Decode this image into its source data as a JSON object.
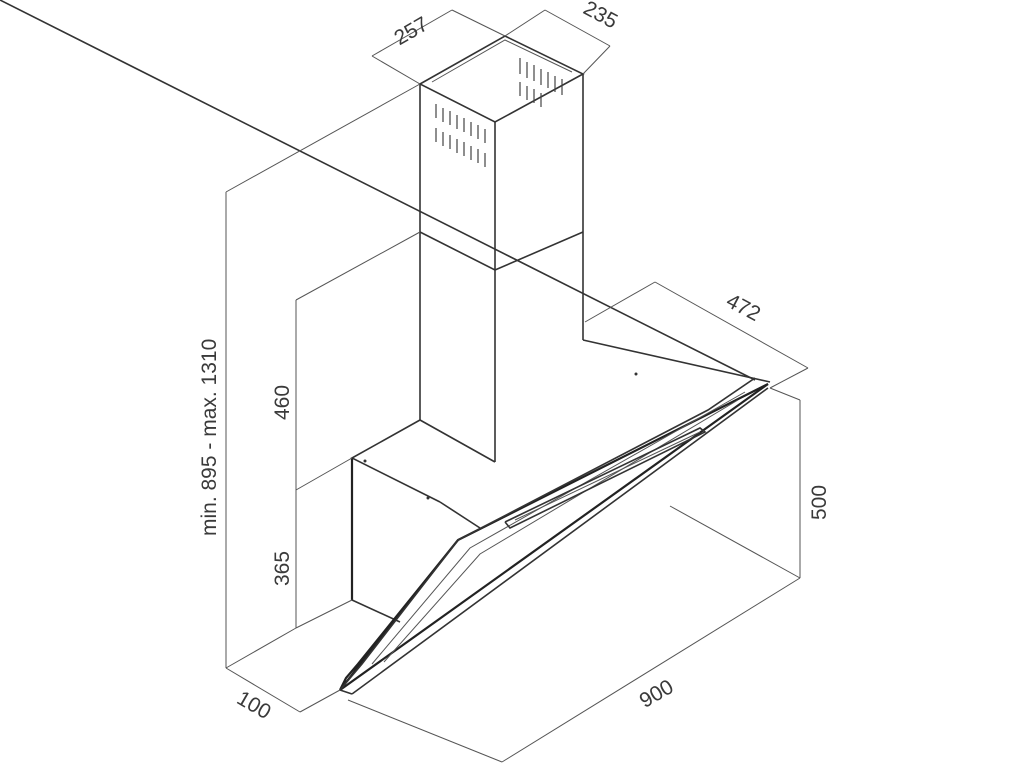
{
  "dimensions": {
    "chimney_width": "257",
    "chimney_depth": "235",
    "hood_depth": "472",
    "total_height": "min. 895 - max. 1310",
    "upper_chimney_height": "460",
    "lower_body_height": "365",
    "glass_height": "500",
    "hood_width": "900",
    "front_offset": "100"
  },
  "colors": {
    "line": "#333333",
    "dimension_text": "#3a3a3a",
    "background": "#ffffff"
  }
}
